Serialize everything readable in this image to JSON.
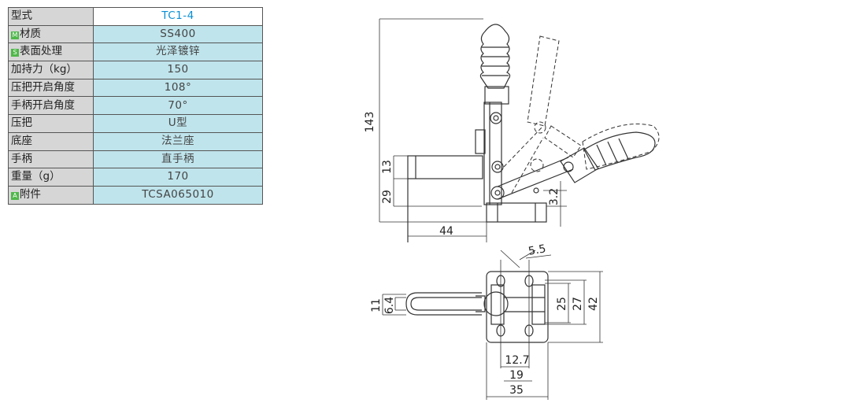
{
  "spec_table": {
    "header": {
      "label": "型式",
      "value": "TC1-4"
    },
    "rows": [
      {
        "badge": "M",
        "label": "材质",
        "value": "SS400"
      },
      {
        "badge": "S",
        "label": "表面处理",
        "value": "光泽镀锌"
      },
      {
        "badge": "",
        "label": "加持力（kg）",
        "value": "150"
      },
      {
        "badge": "",
        "label": "压把开启角度",
        "value": "108°"
      },
      {
        "badge": "",
        "label": "手柄开启角度",
        "value": "70°"
      },
      {
        "badge": "",
        "label": "压把",
        "value": "U型"
      },
      {
        "badge": "",
        "label": "底座",
        "value": "法兰座"
      },
      {
        "badge": "",
        "label": "手柄",
        "value": "直手柄"
      },
      {
        "badge": "",
        "label": "重量（g）",
        "value": "170"
      },
      {
        "badge": "A",
        "label": "附件",
        "value": "TCSA065010"
      }
    ]
  },
  "dimensions": {
    "height_total": "143",
    "height_13": "13",
    "height_29": "29",
    "width_44": "44",
    "offset_3_2": "3.2",
    "hole_5_5": "5.5",
    "bar_11": "11",
    "bar_6_4": "6.4",
    "pitch_25": "25",
    "span_27": "27",
    "width_42": "42",
    "pitch_12_7": "12.7",
    "pitch_19": "19",
    "width_35": "35"
  },
  "colors": {
    "header_value": "#0a8fd3",
    "key_bg": "#d6d6d6",
    "value_bg": "#bfe4ec",
    "badge": "#4fb84a"
  }
}
